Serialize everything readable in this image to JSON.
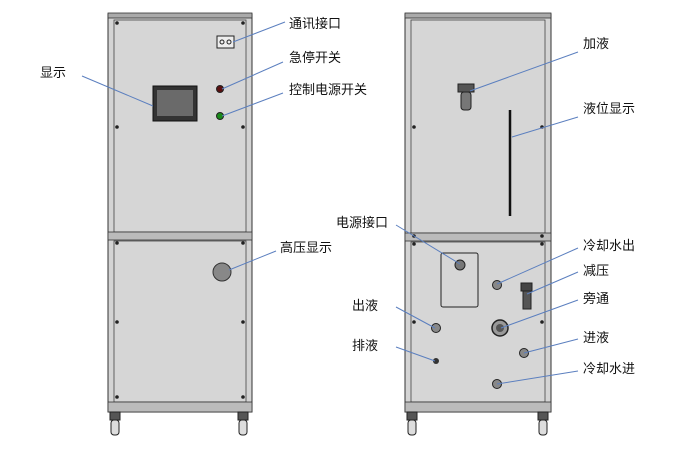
{
  "diagram": {
    "title": "",
    "front_labels": {
      "display": "显示",
      "comm_port": "通讯接口",
      "emergency_stop": "急停开关",
      "control_power_switch": "控制电源开关",
      "high_voltage_display": "高压显示"
    },
    "rear_labels": {
      "fill": "加液",
      "level_display": "液位显示",
      "power_port": "电源接口",
      "cooling_water_out": "冷却水出",
      "pressure_reducer": "减压",
      "bypass": "旁通",
      "liquid_out": "出液",
      "liquid_in": "进液",
      "drain": "排液",
      "cooling_water_in": "冷却水进"
    },
    "colors": {
      "leader": "#5b7fbf",
      "panel": "#d6d6d6",
      "estop": "#5a1010",
      "power": "#1a8a1a"
    }
  }
}
